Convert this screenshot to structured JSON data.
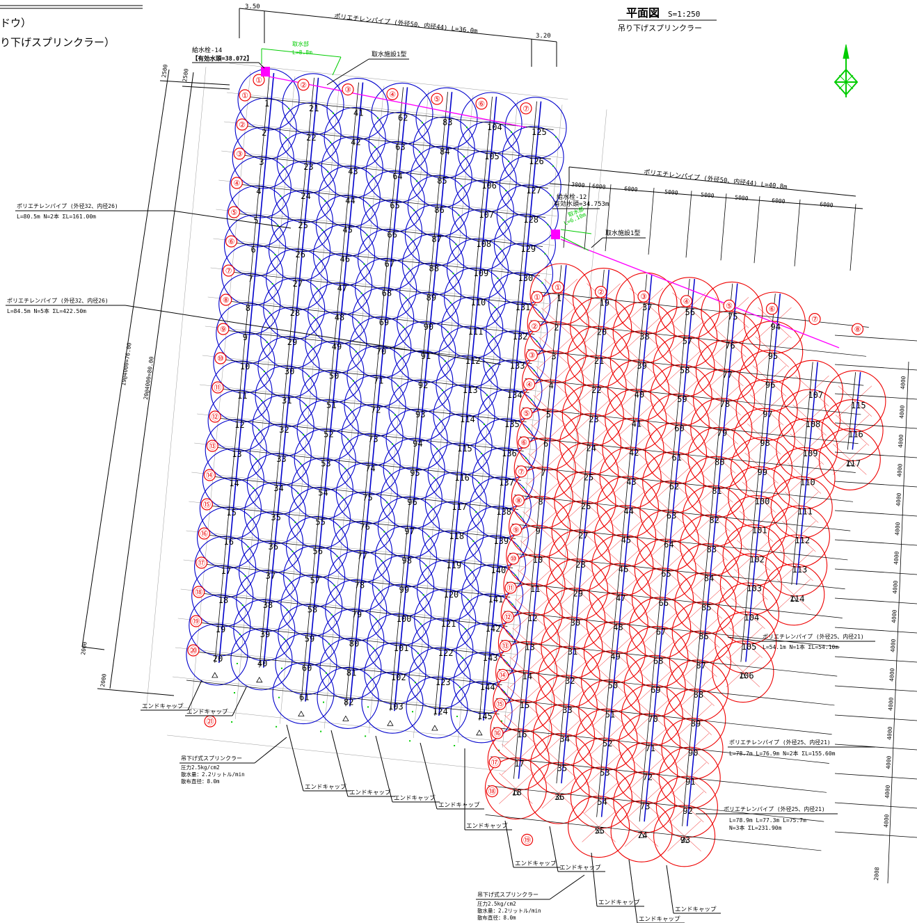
{
  "header": {
    "left_line1": "ドウ）",
    "left_line2": "り下げスプリンクラー）",
    "plan_title": "平面図",
    "scale": "S=1:250",
    "plan_subtitle": "吊り下げスプリンクラー"
  },
  "dims": {
    "top_350": "3.50",
    "top_320": "3.20",
    "top_main_pipe": "ポリエチレンパイプ (外径50、内径44) L=36.0m",
    "right_main_pipe": "ポリエチレンパイプ (外径50、内径44) L=40.8m",
    "right_segments": [
      "3000",
      "6000",
      "6000",
      "5000",
      "5000",
      "5000",
      "6000",
      "6000"
    ],
    "left_2500a": "2500",
    "left_2500b": "2500",
    "left_total_76": "19@4000=76.00",
    "left_total_80": "20@4000=80.00",
    "left_2000a": "2000",
    "left_2000b": "2000",
    "right_4000": "4000",
    "right_2008": "2008"
  },
  "hydrants": {
    "a_name": "給水栓-14",
    "a_head": "【有効水頭=38.072】",
    "a_intake_label": "取水部",
    "a_intake_len": "L=8.8m",
    "a_facility": "取水施設1型",
    "b_name": "給水栓-12",
    "b_head": "有効水頭=34.753m",
    "b_intake_label": "取水部",
    "b_intake_len": "L=6.10m",
    "b_facility": "取水施設1型"
  },
  "pipes": {
    "blue_a_title": "ポリエチレンパイプ (外径32、内径26)",
    "blue_a_spec": "L=80.5m  N=2本  ΣL=161.00m",
    "blue_b_title": "ポリエチレンパイプ (外径32、内径26)",
    "blue_b_spec": "L=84.5m  N=5本  ΣL=422.50m",
    "red_a_title": "ポリエチレンパイプ (外径25、内径21)",
    "red_a_spec": "L=54.1m  N=1本  ΣL=54.10m",
    "red_b_title": "ポリエチレンパイプ (外径25、内径21)",
    "red_b_spec": "L=78.7m  L=76.9m  N=2本  ΣL=155.60m",
    "red_c_title": "ポリエチレンパイプ (外径25、内径21)",
    "red_c_spec1": "L=78.9m  L=77.3m  L=75.7m",
    "red_c_spec2": "N=3本  ΣL=231.90m"
  },
  "sprinkler_a": {
    "title": "吊下げ式スプリンクラー",
    "line1": "圧力2.5kg/cm2",
    "line2": "散水量：2.2リットル/min",
    "line3": "散布直径：8.0m"
  },
  "sprinkler_b": {
    "title": "吊下げ式スプリンクラー",
    "line1": "圧力2.5kg/cm2",
    "line2": "散水量：2.2リットル/min",
    "line3": "散布直径：8.0m"
  },
  "endcap_label": "エンドキャップ",
  "endcap_count_left": 8,
  "endcap_count_right": 5,
  "blue_lateral_numbers": [
    "①",
    "②",
    "③",
    "④",
    "⑤",
    "⑥",
    "⑦"
  ],
  "blue_row_numbers": [
    "①",
    "②",
    "③",
    "④",
    "⑤",
    "⑥",
    "⑦",
    "⑧",
    "⑨",
    "⑩",
    "⑪",
    "⑫",
    "⑬",
    "⑭",
    "⑮",
    "⑯",
    "⑰",
    "⑱",
    "⑲",
    "⑳",
    "㉑"
  ],
  "red_lateral_numbers": [
    "①",
    "②",
    "③",
    "④",
    "⑤",
    "⑥",
    "⑦",
    "⑧"
  ],
  "red_row_numbers": [
    "①",
    "②",
    "③",
    "④",
    "⑤",
    "⑥",
    "⑦",
    "⑧",
    "⑨",
    "⑩",
    "⑪",
    "⑫",
    "⑬",
    "⑭",
    "⑮",
    "⑯",
    "⑰",
    "⑱",
    "⑲"
  ],
  "blue_column_ranges": [
    [
      1,
      20
    ],
    [
      21,
      40
    ],
    [
      41,
      61
    ],
    [
      62,
      82
    ],
    [
      83,
      103
    ],
    [
      104,
      124
    ],
    [
      125,
      145
    ]
  ],
  "red_column_ranges": [
    [
      1,
      18
    ],
    [
      19,
      36
    ],
    [
      37,
      55
    ],
    [
      56,
      74
    ],
    [
      75,
      93
    ],
    [
      94,
      106
    ],
    [
      107,
      114
    ],
    [
      115,
      117
    ]
  ],
  "colors": {
    "blue": "#0000cc",
    "red": "#ee0000",
    "green": "#00cc00",
    "magenta": "#ff00ff",
    "grid": "#999999"
  }
}
